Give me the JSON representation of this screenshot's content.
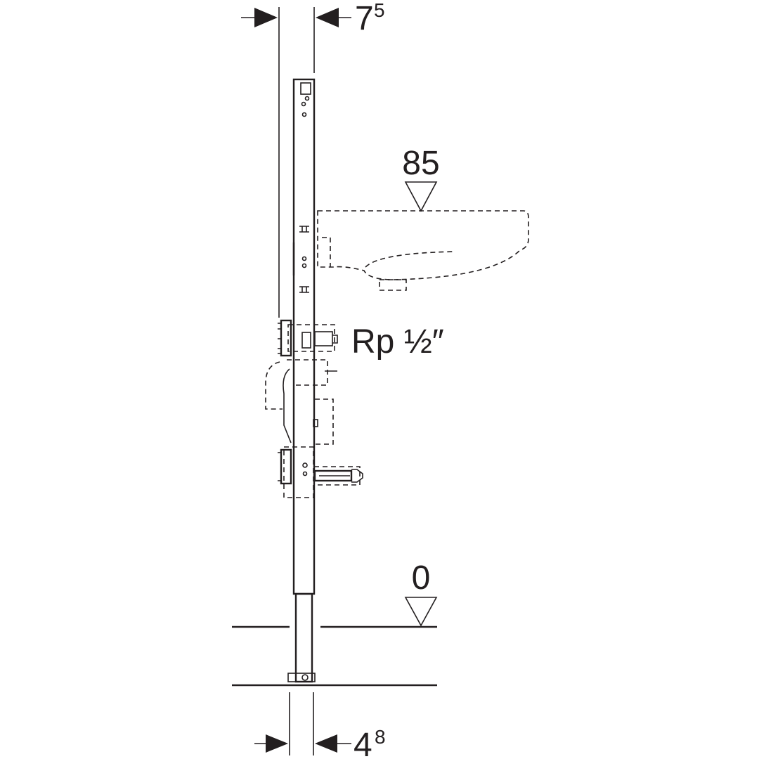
{
  "dimensions": {
    "top_width": {
      "main": "7",
      "superscript": "5"
    },
    "bottom_width": {
      "main": "4",
      "superscript": "8"
    }
  },
  "levels": {
    "basin_level": "85",
    "floor_level": "0"
  },
  "connection": {
    "label": "Rp ½″"
  },
  "colors": {
    "line": "#231f20",
    "background": "#ffffff"
  }
}
